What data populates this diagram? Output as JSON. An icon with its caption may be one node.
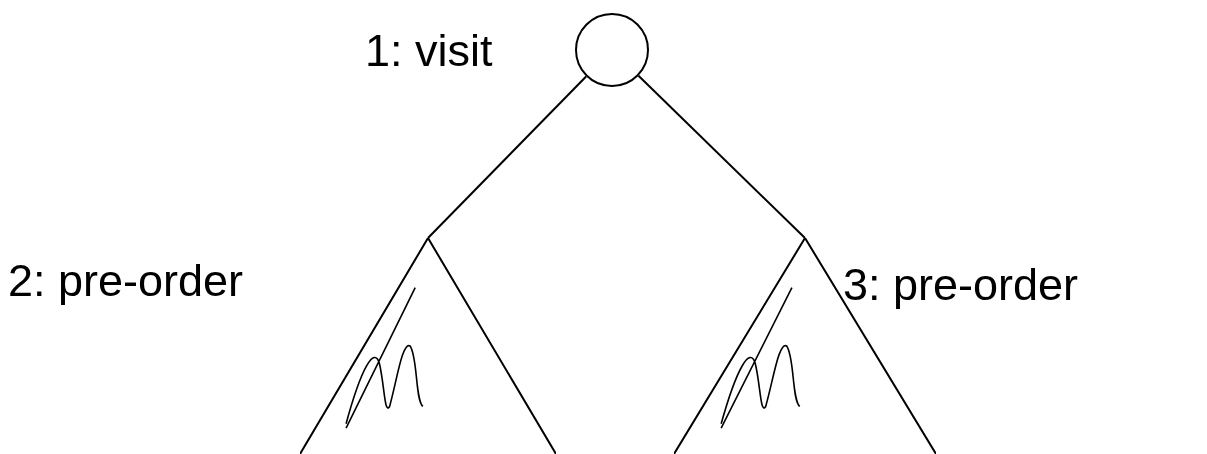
{
  "diagram": {
    "nodes": [
      {
        "text": [],
        "shape": "circle",
        "beside": [
          "1: visit"
        ]
      },
      {
        "text": [],
        "shape": "triangle",
        "beside": [
          "2: pre-order"
        ]
      },
      {
        "text": [],
        "shape": "triangle",
        "beside": [
          "3: pre-order"
        ]
      }
    ],
    "edges": [
      {
        "from": 0,
        "to": 1,
        "arrow": "none"
      },
      {
        "from": 0,
        "to": 2,
        "arrow": "none"
      }
    ]
  }
}
